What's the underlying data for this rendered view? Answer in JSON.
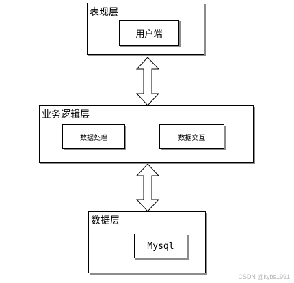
{
  "layers": {
    "presentation": {
      "title": "表现层",
      "items": [
        "用户端"
      ]
    },
    "business": {
      "title": "业务逻辑层",
      "items": [
        "数据处理",
        "数据交互"
      ]
    },
    "data": {
      "title": "数据层",
      "items": [
        "Mysql"
      ]
    }
  },
  "watermark": "CSDN @kybs1991",
  "colors": {
    "border": "#000000",
    "shadow": "#8c8c8c",
    "background": "#ffffff"
  }
}
